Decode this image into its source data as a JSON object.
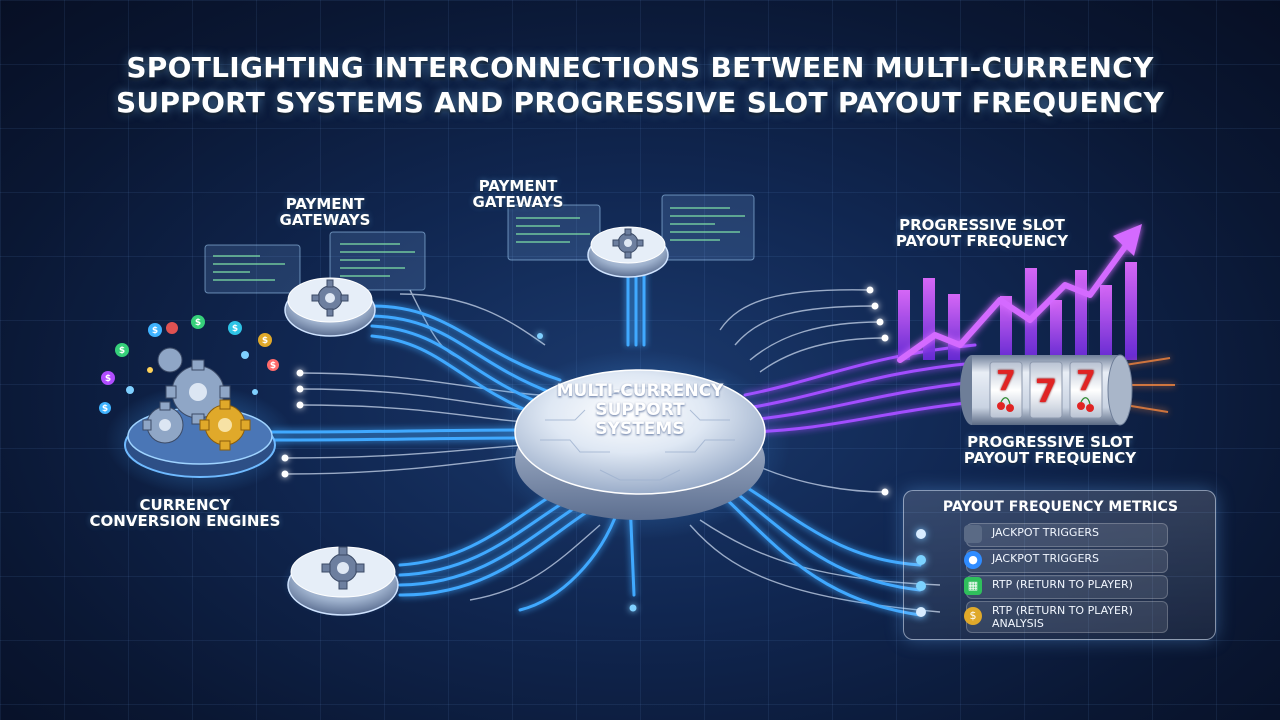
{
  "title": {
    "line1": "SPOTLIGHTING INTERCONNECTIONS BETWEEN MULTI-CURRENCY",
    "line2": "SUPPORT SYSTEMS AND PROGRESSIVE SLOT PAYOUT FREQUENCY"
  },
  "hub": {
    "line1": "MULTI-CURRENCY",
    "line2": "SUPPORT",
    "line3": "SYSTEMS"
  },
  "labels": {
    "payment_gateways_left": {
      "line1": "PAYMENT",
      "line2": "GATEWAYS"
    },
    "payment_gateways_top": {
      "line1": "PAYMENT",
      "line2": "GATEWAYS"
    },
    "currency_engines": {
      "line1": "CURRENCY",
      "line2": "CONVERSION ENGINES"
    },
    "progressive_top": {
      "line1": "PROGRESSIVE SLOT",
      "line2": "PAYOUT FREQUENCY"
    },
    "progressive_bottom": {
      "line1": "PROGRESSIVE SLOT",
      "line2": "PAYOUT FREQUENCY"
    }
  },
  "metrics": {
    "title": "PAYOUT FREQUENCY METRICS",
    "items": [
      {
        "label": "JACKPOT TRIGGERS",
        "icon": "blank-chip-icon"
      },
      {
        "label": "JACKPOT TRIGGERS",
        "icon": "chat-bubble-icon"
      },
      {
        "label": "RTP (RETURN TO PLAYER)",
        "icon": "calculator-icon"
      },
      {
        "label": "RTP (RETURN TO PLAYER)",
        "label2": "ANALYSIS",
        "icon": "coin-stack-icon"
      }
    ]
  },
  "slot_reels": [
    "7",
    "7",
    "7"
  ],
  "colors": {
    "background": "#0b1836",
    "blue_flow": "#3fa9ff",
    "purple_flow": "#a24dff",
    "magenta_bar": "#c34dff",
    "gear_gold": "#e0a92a",
    "hub_silver": "#e3ebf5"
  }
}
